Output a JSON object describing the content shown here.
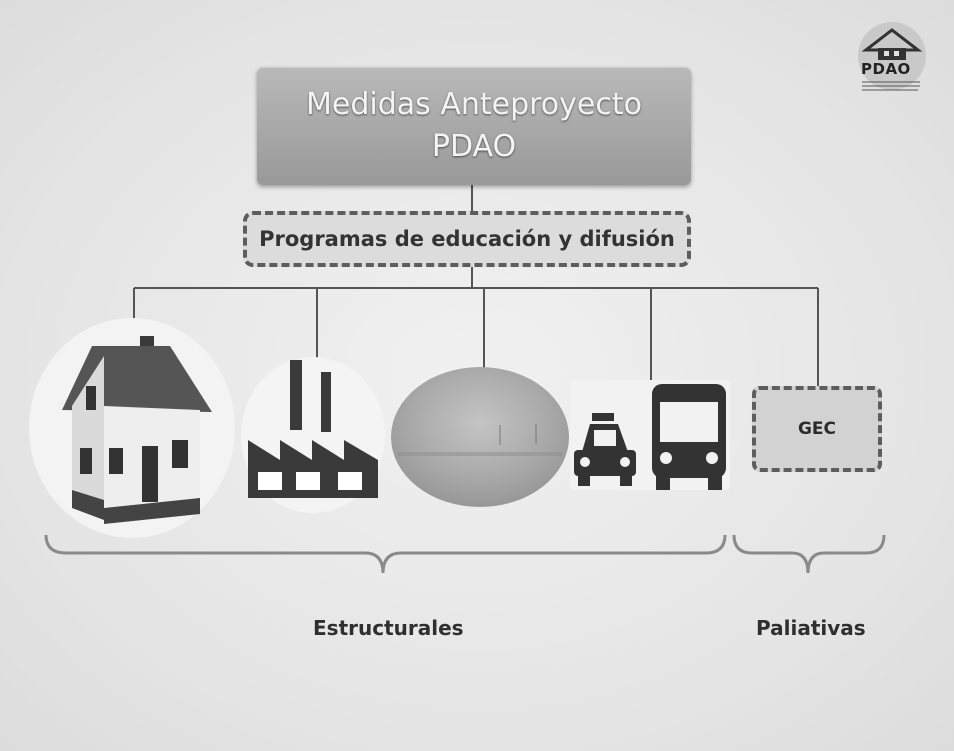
{
  "title": {
    "line1": "Medidas Anteproyecto",
    "line2": "PDAO"
  },
  "program": {
    "label": "Programas de educación y difusión"
  },
  "paliativa_box": {
    "label": "GEC"
  },
  "groups": {
    "estructurales": "Estructurales",
    "paliativas": "Paliativas"
  },
  "logo": {
    "text": "PDAO"
  },
  "items": [
    {
      "icon": "house-icon"
    },
    {
      "icon": "factory-icon"
    },
    {
      "icon": "field-photo-icon"
    },
    {
      "icon": "taxi-icon"
    },
    {
      "icon": "bus-icon"
    }
  ],
  "colors": {
    "title_fill": "#a6a6a6",
    "line": "#555555",
    "dashed_border": "#5d5d5d"
  }
}
